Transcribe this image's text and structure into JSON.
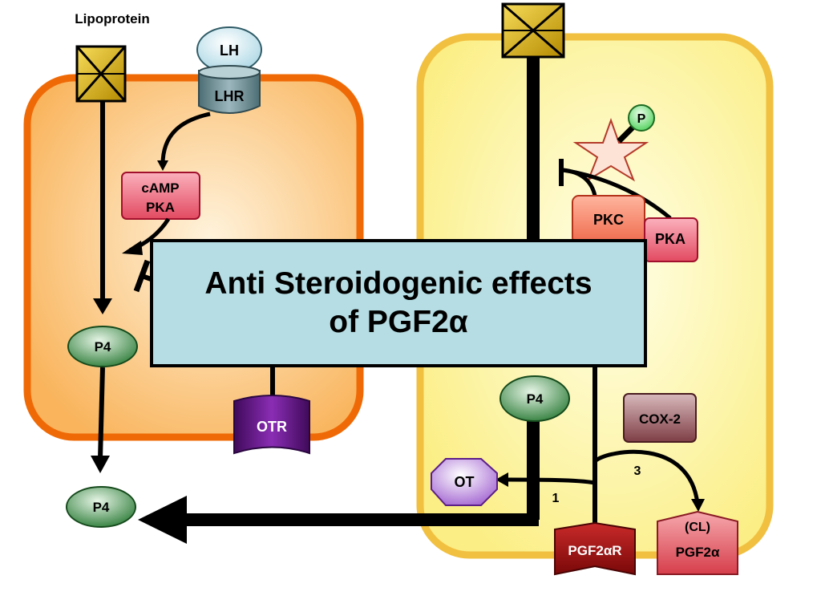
{
  "title": {
    "line1": "Anti Steroidogenic effects",
    "line2": "of PGF2α"
  },
  "labels": {
    "lipoprotein": "Lipoprotein",
    "lh": "LH",
    "lhr": "LHR",
    "camp": "cAMP",
    "pka_left": "PKA",
    "p4_left": "P4",
    "p4_bottom": "P4",
    "otr": "OTR",
    "p": "P",
    "pkc": "PKC",
    "pka_right": "PKA",
    "p4_right": "P4",
    "cox2": "COX-2",
    "ot": "OT",
    "pgf2ar": "PGF2αR",
    "cl": "(CL)",
    "pgf2a": "PGF2α",
    "step1": "1",
    "step3": "3"
  },
  "colors": {
    "left_cell_fill": "#fcc47a",
    "left_cell_border": "#ef6a06",
    "right_cell_fill": "#fdf6a6",
    "right_cell_border": "#f1c040",
    "receptor_gold": "#d4a800",
    "lhr_gray": "#6f8f96",
    "lh_blue": "#d7eef5",
    "pink_box": "#f06c7e",
    "pkc_salmon": "#f57e63",
    "p4_green": "#2f7d3a",
    "otr_purple": "#6a0f8c",
    "ot_lilac": "#b27ad8",
    "cox2_brown": "#7e3e45",
    "pgf2ar_red": "#9c0c0c",
    "pgf2a_pink": "#d64b57",
    "title_fill": "#b5dde3"
  }
}
